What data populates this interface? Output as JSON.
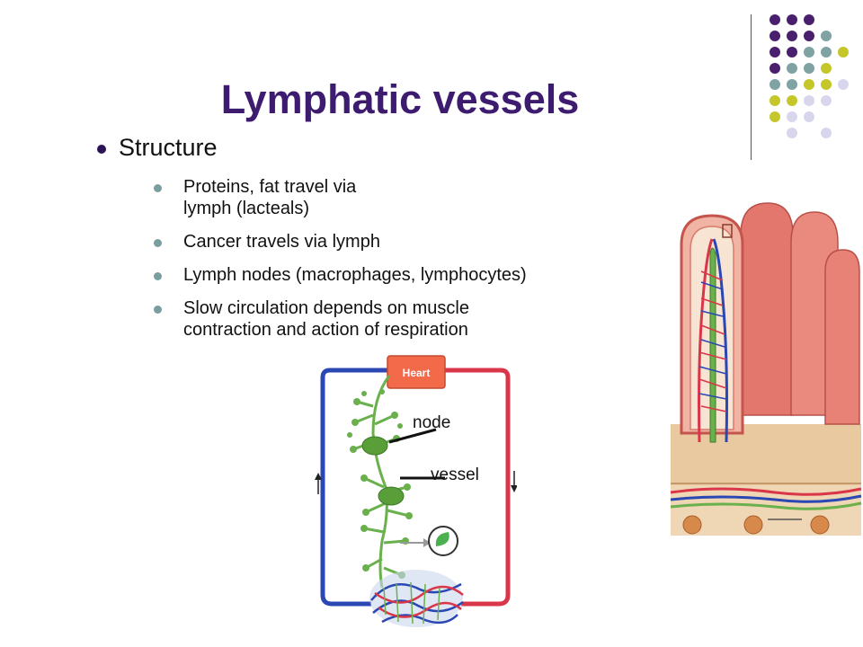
{
  "slide": {
    "title": "Lymphatic vessels",
    "heading": "Structure",
    "bullets": [
      "Proteins, fat travel via\nlymph (lacteals)",
      "Cancer travels via lymph",
      "Lymph nodes (macrophages, lymphocytes)",
      "Slow circulation depends on muscle\ncontraction and action of respiration"
    ]
  },
  "diagram": {
    "heart_label": "Heart",
    "node_label": "node",
    "vessel_label": "vessel"
  },
  "colors": {
    "title": "#3d1b6e",
    "accent_purple": "#4a1f6e",
    "accent_teal": "#7fa3a3",
    "accent_lime": "#c4c62a",
    "accent_lavender": "#d7d6ec",
    "blood_red": "#d9364a",
    "blood_blue": "#2a47b3",
    "lymph_green": "#6ab04c"
  }
}
